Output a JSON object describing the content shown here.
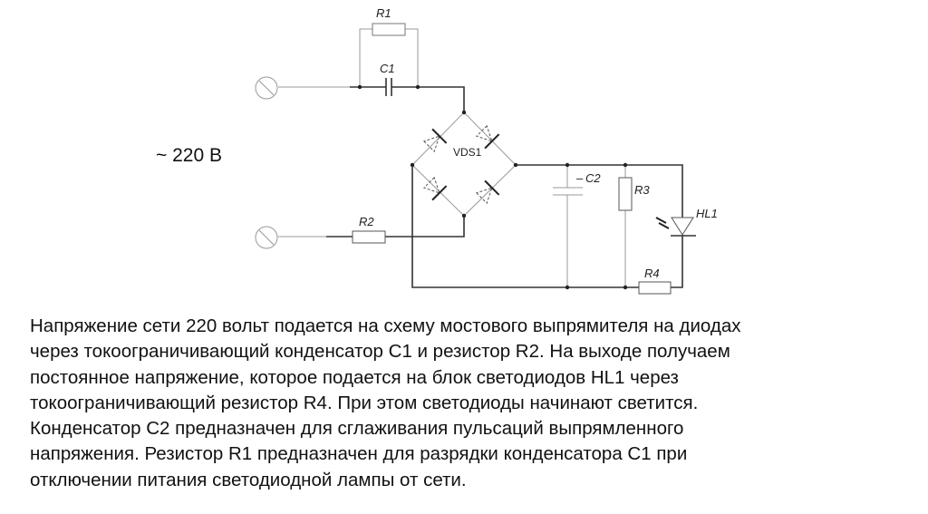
{
  "diagram": {
    "source_label": "~ 220 В",
    "labels": {
      "r1": "R1",
      "c1": "C1",
      "r2": "R2",
      "vds1": "VDS1",
      "c2": "C2",
      "c2_polarity": "–",
      "r3": "R3",
      "hl1": "HL1",
      "r4": "R4"
    }
  },
  "description": {
    "lines": [
      "Напряжение сети 220 вольт подается на схему мостового выпрямителя на диодах",
      "через токоограничивающий конденсатор С1 и резистор R2. На выходе получаем",
      "постоянное напряжение, которое подается на блок светодиодов HL1 через",
      "токоограничивающий резистор R4. При этом светодиоды начинают светится.",
      "Конденсатор С2 предназначен для сглаживания пульсаций выпрямленного",
      "напряжения. Резистор R1 предназначен для разрядки конденсатора С1 при",
      "отключении питания светодиодной лампы от сети."
    ]
  }
}
